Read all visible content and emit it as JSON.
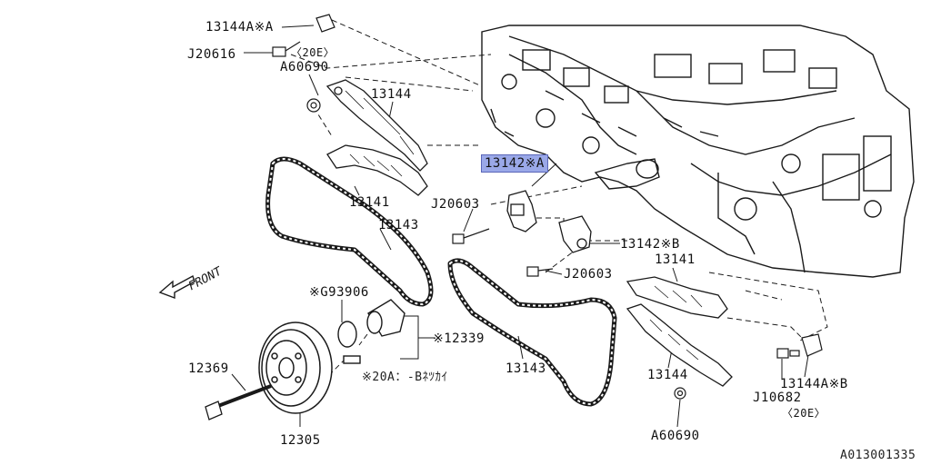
{
  "labels": {
    "p13144A_A": "13144A※A",
    "j20616": "J20616",
    "e20_top": "〈20E〉",
    "a60690_top": "A60690",
    "p13144_top": "13144",
    "p13142_A": "13142※A",
    "p13141_top": "13141",
    "j20603_top": "J20603",
    "p13143_top": "13143",
    "p13142_B": "13142※B",
    "j20603_mid": "J20603",
    "p13141_right": "13141",
    "front": "FRONT",
    "g93906": "※G93906",
    "p12339": "※12339",
    "note_20A": "※20A：‐Bﾈﾂｶｲ",
    "p12369": "12369",
    "p13143_bottom": "13143",
    "p13144_bottom": "13144",
    "p13144A_B": "13144A※B",
    "j10682": "J10682",
    "e20_bottom": "〈20E〉",
    "a60690_bottom": "A60690",
    "p12305": "12305",
    "diagram_code": "A013001335"
  },
  "colors": {
    "highlight": "#9aa8e8",
    "line": "#1a1a1a"
  }
}
